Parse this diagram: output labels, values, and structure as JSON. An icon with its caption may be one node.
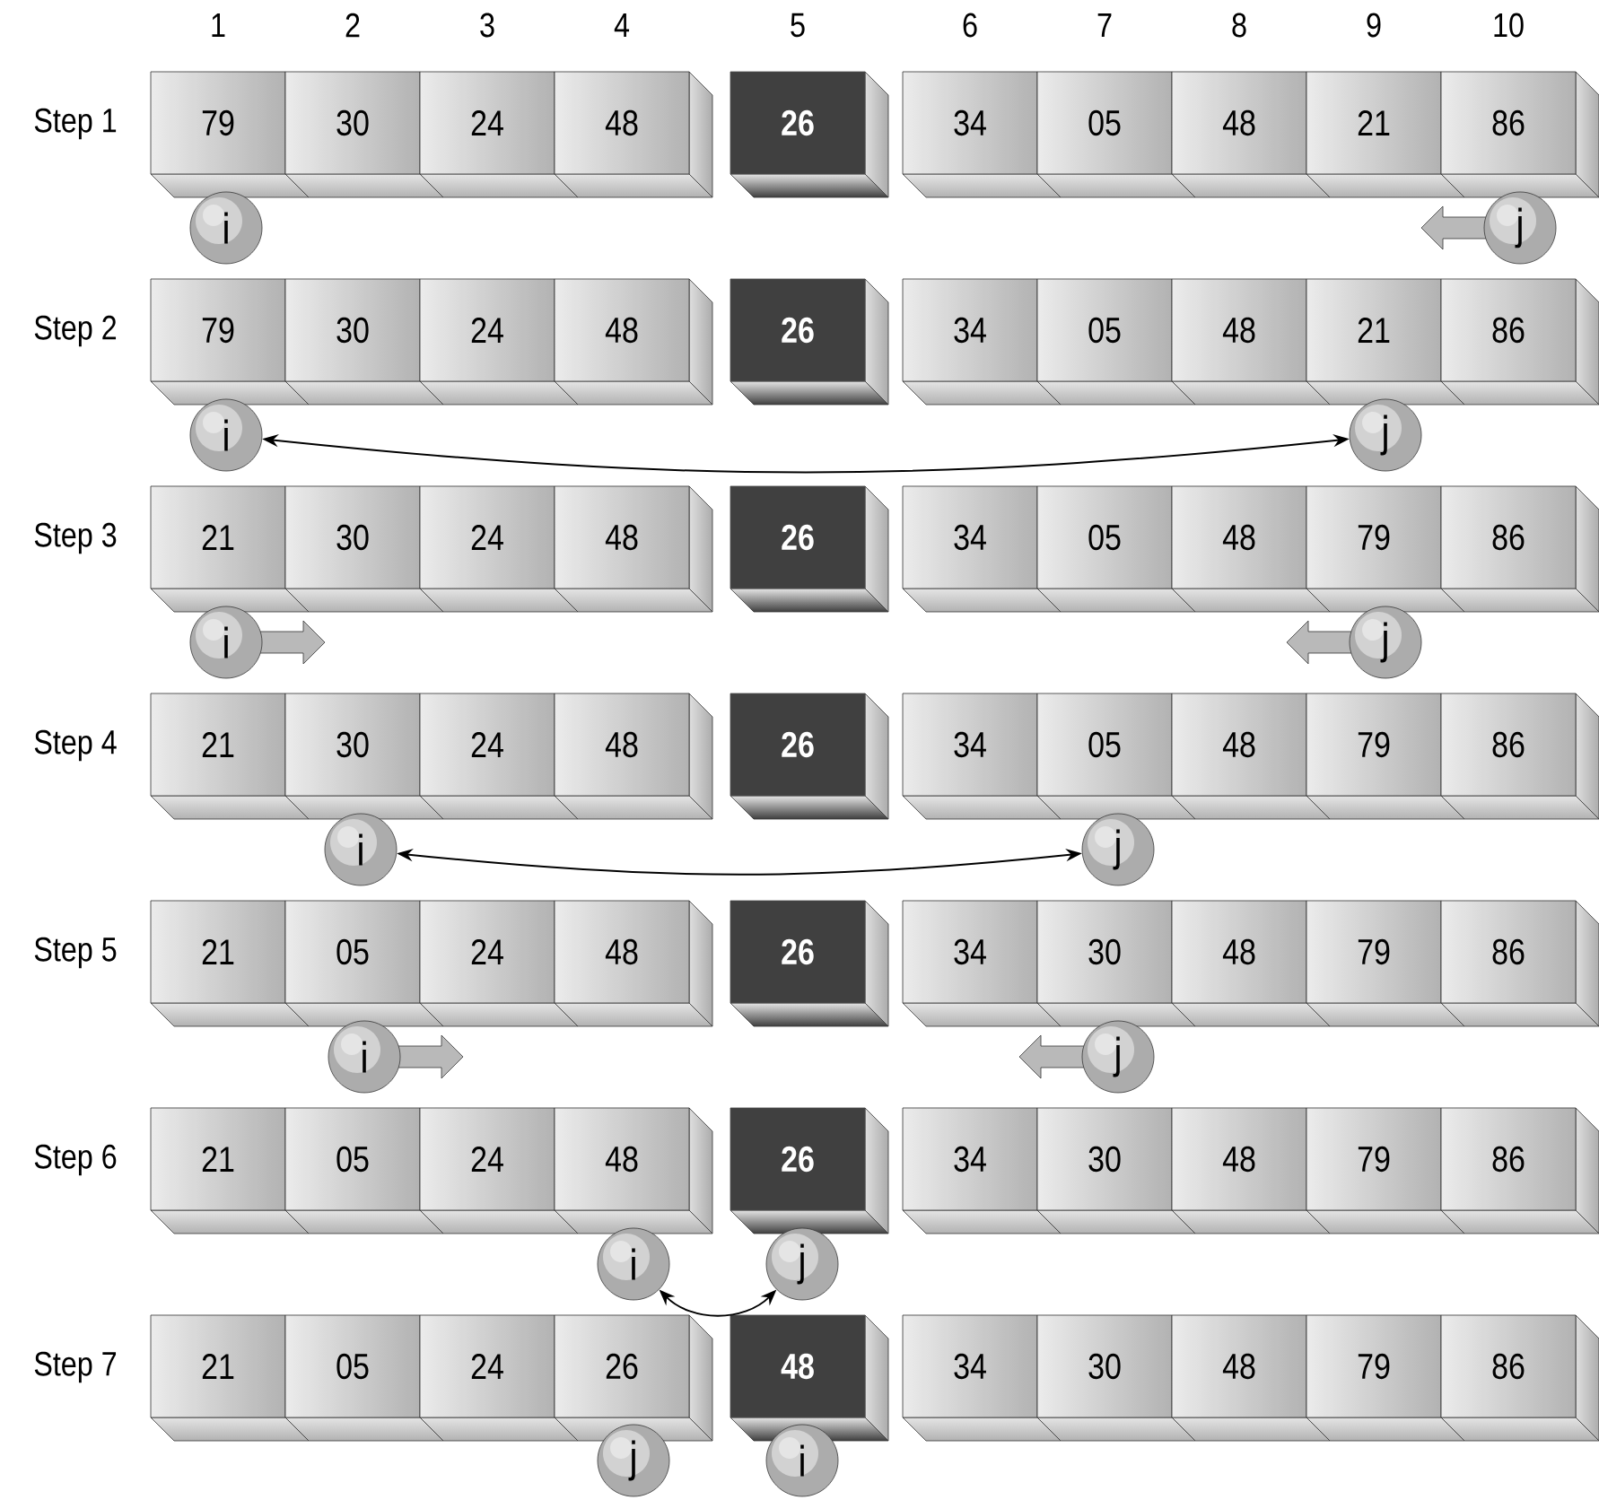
{
  "diagram": {
    "nodes": [
      {
        "text": [
          "79"
        ]
      },
      {
        "text": [
          "30"
        ]
      },
      {
        "text": [
          "24"
        ]
      },
      {
        "text": [
          "48"
        ]
      },
      {
        "text": [
          "26"
        ]
      },
      {
        "text": [
          "34"
        ]
      },
      {
        "text": [
          "05"
        ]
      },
      {
        "text": [
          "48"
        ]
      },
      {
        "text": [
          "21"
        ]
      },
      {
        "text": [
          "86"
        ]
      },
      {
        "text": [
          "i"
        ]
      },
      {
        "text": [
          "j"
        ]
      },
      {
        "text": [
          "79"
        ]
      },
      {
        "text": [
          "30"
        ]
      },
      {
        "text": [
          "24"
        ]
      },
      {
        "text": [
          "48"
        ]
      },
      {
        "text": [
          "26"
        ]
      },
      {
        "text": [
          "34"
        ]
      },
      {
        "text": [
          "05"
        ]
      },
      {
        "text": [
          "48"
        ]
      },
      {
        "text": [
          "21"
        ]
      },
      {
        "text": [
          "86"
        ]
      },
      {
        "text": [
          "i"
        ]
      },
      {
        "text": [
          "j"
        ]
      },
      {
        "text": [
          "21"
        ]
      },
      {
        "text": [
          "30"
        ]
      },
      {
        "text": [
          "24"
        ]
      },
      {
        "text": [
          "48"
        ]
      },
      {
        "text": [
          "26"
        ]
      },
      {
        "text": [
          "34"
        ]
      },
      {
        "text": [
          "05"
        ]
      },
      {
        "text": [
          "48"
        ]
      },
      {
        "text": [
          "79"
        ]
      },
      {
        "text": [
          "86"
        ]
      },
      {
        "text": [
          "i"
        ]
      },
      {
        "text": [
          "j"
        ]
      },
      {
        "text": [
          "21"
        ]
      },
      {
        "text": [
          "30"
        ]
      },
      {
        "text": [
          "24"
        ]
      },
      {
        "text": [
          "48"
        ]
      },
      {
        "text": [
          "26"
        ]
      },
      {
        "text": [
          "34"
        ]
      },
      {
        "text": [
          "05"
        ]
      },
      {
        "text": [
          "48"
        ]
      },
      {
        "text": [
          "79"
        ]
      },
      {
        "text": [
          "86"
        ]
      },
      {
        "text": [
          "i"
        ]
      },
      {
        "text": [
          "j"
        ]
      },
      {
        "text": [
          "21"
        ]
      },
      {
        "text": [
          "05"
        ]
      },
      {
        "text": [
          "24"
        ]
      },
      {
        "text": [
          "48"
        ]
      },
      {
        "text": [
          "26"
        ]
      },
      {
        "text": [
          "34"
        ]
      },
      {
        "text": [
          "30"
        ]
      },
      {
        "text": [
          "48"
        ]
      },
      {
        "text": [
          "79"
        ]
      },
      {
        "text": [
          "86"
        ]
      },
      {
        "text": [
          "i"
        ]
      },
      {
        "text": [
          "j"
        ]
      },
      {
        "text": [
          "21"
        ]
      },
      {
        "text": [
          "05"
        ]
      },
      {
        "text": [
          "24"
        ]
      },
      {
        "text": [
          "48"
        ]
      },
      {
        "text": [
          "26"
        ]
      },
      {
        "text": [
          "34"
        ]
      },
      {
        "text": [
          "30"
        ]
      },
      {
        "text": [
          "48"
        ]
      },
      {
        "text": [
          "79"
        ]
      },
      {
        "text": [
          "86"
        ]
      },
      {
        "text": [
          "i"
        ]
      },
      {
        "text": [
          "j"
        ]
      },
      {
        "text": [
          "21"
        ]
      },
      {
        "text": [
          "05"
        ]
      },
      {
        "text": [
          "24"
        ]
      },
      {
        "text": [
          "26"
        ]
      },
      {
        "text": [
          "48"
        ]
      },
      {
        "text": [
          "34"
        ]
      },
      {
        "text": [
          "30"
        ]
      },
      {
        "text": [
          "48"
        ]
      },
      {
        "text": [
          "79"
        ]
      },
      {
        "text": [
          "86"
        ]
      },
      {
        "text": [
          "j"
        ]
      },
      {
        "text": [
          "i"
        ]
      }
    ],
    "edges": [
      {
        "from": 11,
        "to": null,
        "arrow": "to"
      },
      {
        "from": 22,
        "to": 23,
        "arrow": "both"
      },
      {
        "from": 34,
        "to": null,
        "arrow": "to"
      },
      {
        "from": 35,
        "to": null,
        "arrow": "to"
      },
      {
        "from": 46,
        "to": 47,
        "arrow": "both"
      },
      {
        "from": 58,
        "to": null,
        "arrow": "to"
      },
      {
        "from": 59,
        "to": null,
        "arrow": "to"
      },
      {
        "from": 70,
        "to": 71,
        "arrow": "both"
      }
    ],
    "labels": [
      "1",
      "2",
      "3",
      "4",
      "5",
      "6",
      "7",
      "8",
      "9",
      "10",
      "Step 1",
      "Step 2",
      "Step 3",
      "Step 4",
      "Step 5",
      "Step 6",
      "Step 7"
    ]
  }
}
